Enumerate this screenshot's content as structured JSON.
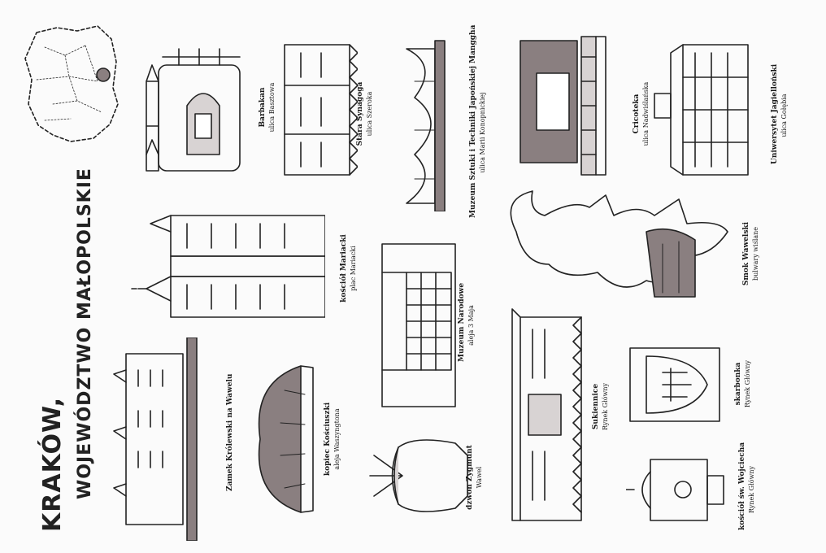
{
  "title": {
    "line1": "KRAKÓW,",
    "line2": "WOJEWÓDZTWO MAŁOPOLSKIE"
  },
  "landmarks": [
    {
      "id": "barbakan",
      "name": "Barbakan",
      "street": "ulica Basztowa"
    },
    {
      "id": "synagoga",
      "name": "Stara Synagoga",
      "street": "ulica Szeroka"
    },
    {
      "id": "manggha",
      "name": "Muzeum Sztuki i Techniki Japońskiej Manggha",
      "street": "ulica Marii Konopnickiej"
    },
    {
      "id": "cricoteka",
      "name": "Cricoteka",
      "street": "ulica Nadwiślańska"
    },
    {
      "id": "uj",
      "name": "Uniwersytet Jagielloński",
      "street": "ulica Gołębia"
    },
    {
      "id": "mariacki",
      "name": "kościół Mariacki",
      "street": "plac Mariacki"
    },
    {
      "id": "narodowe",
      "name": "Muzeum Narodowe",
      "street": "aleja 3 Maja"
    },
    {
      "id": "smok",
      "name": "Smok Wawelski",
      "street": "bulwary wiślane"
    },
    {
      "id": "zamek",
      "name": "Zamek Królewski na Wawelu",
      "street": ""
    },
    {
      "id": "kopiec",
      "name": "kopiec Kościuszki",
      "street": "aleja Waszyngtona"
    },
    {
      "id": "sukiennice",
      "name": "Sukiennice",
      "street": "Rynek Główny"
    },
    {
      "id": "skarbonka",
      "name": "skarbonka",
      "street": "Rynek Główny"
    },
    {
      "id": "zygmunt",
      "name": "dzwon Zygmunt",
      "street": "Wawel"
    },
    {
      "id": "wojciech",
      "name": "kościół św. Wojciecha",
      "street": "Rynek Główny"
    }
  ],
  "colors": {
    "ink": "#222222",
    "shade": "#8a7f80",
    "paper": "#fbfbfb"
  }
}
